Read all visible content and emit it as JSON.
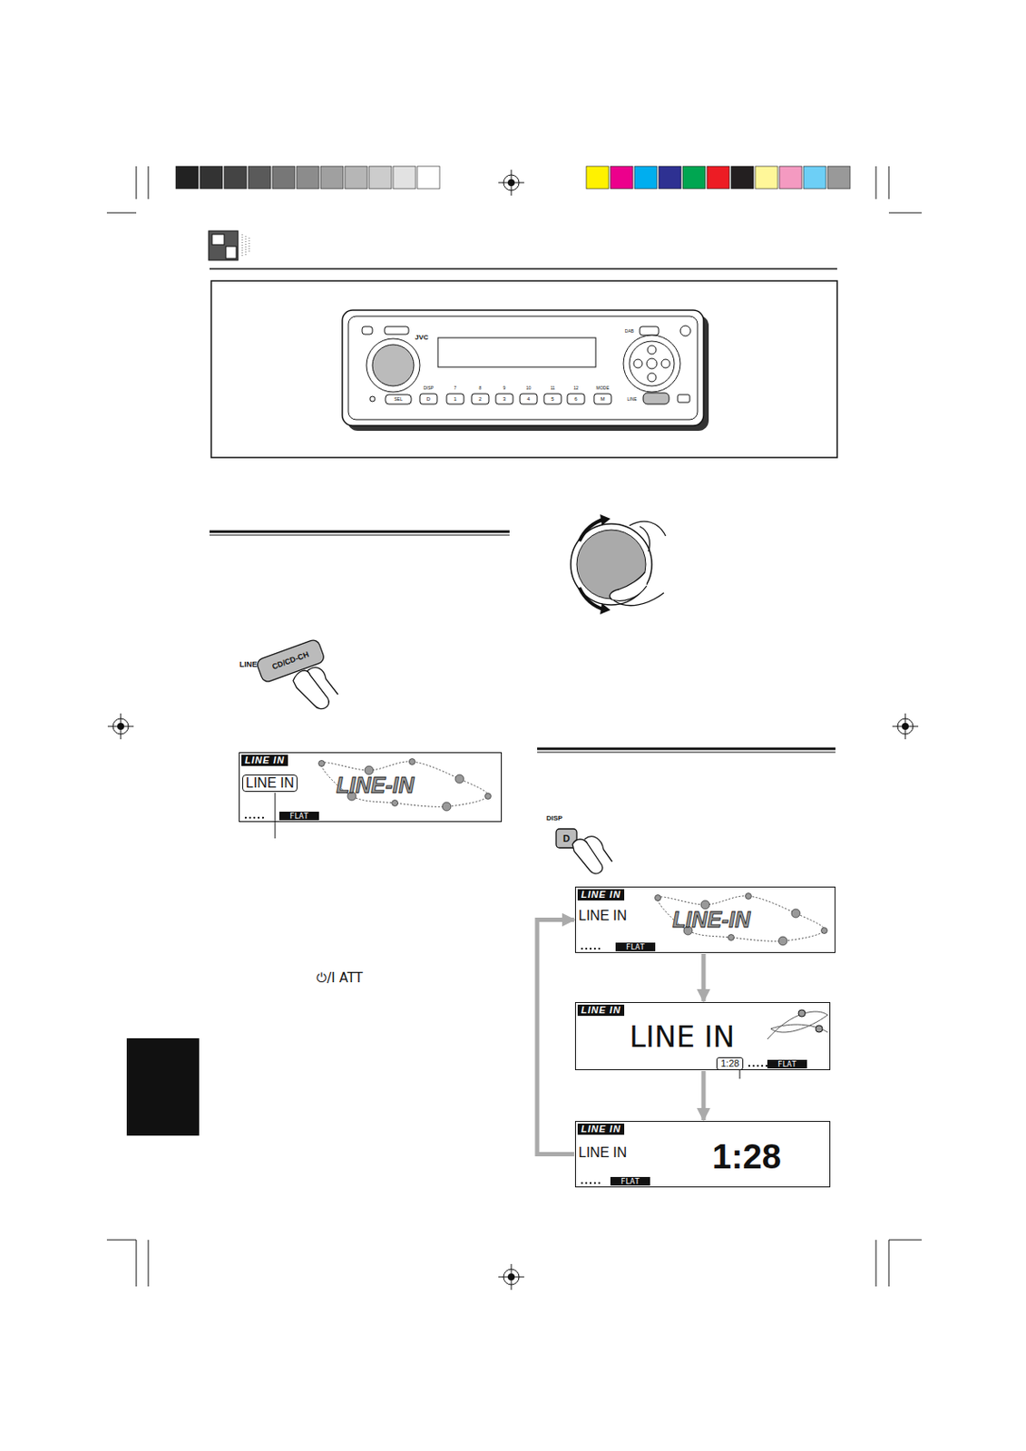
{
  "diagram": {
    "nodes": [
      {
        "text": [
          "LINE IN",
          "LINE IN",
          "LINE-IN",
          "FLAT"
        ]
      },
      {
        "text": [
          "LINE IN",
          "LINE IN",
          "LINE-IN",
          "FLAT"
        ]
      },
      {
        "text": [
          "LINE IN",
          "LINE IN",
          "1:28",
          "FLAT"
        ]
      },
      {
        "text": [
          "LINE IN",
          "LINE IN",
          "1:28",
          "FLAT"
        ]
      }
    ],
    "edges": [
      {
        "from": 1,
        "to": 2,
        "arrow": "to"
      },
      {
        "from": 2,
        "to": 3,
        "arrow": "to"
      },
      {
        "from": 3,
        "to": 1,
        "arrow": "to"
      }
    ],
    "labels": [
      "JVC",
      "DISP",
      "D",
      "1",
      "2",
      "3",
      "4",
      "5",
      "6",
      "M",
      "7",
      "8",
      "9",
      "10",
      "11",
      "12",
      "MODE",
      "DAB",
      "LINE",
      "SEL",
      "LINE",
      "CD/CD-CH",
      "⏻/I ATT",
      "DISP",
      "D"
    ]
  }
}
